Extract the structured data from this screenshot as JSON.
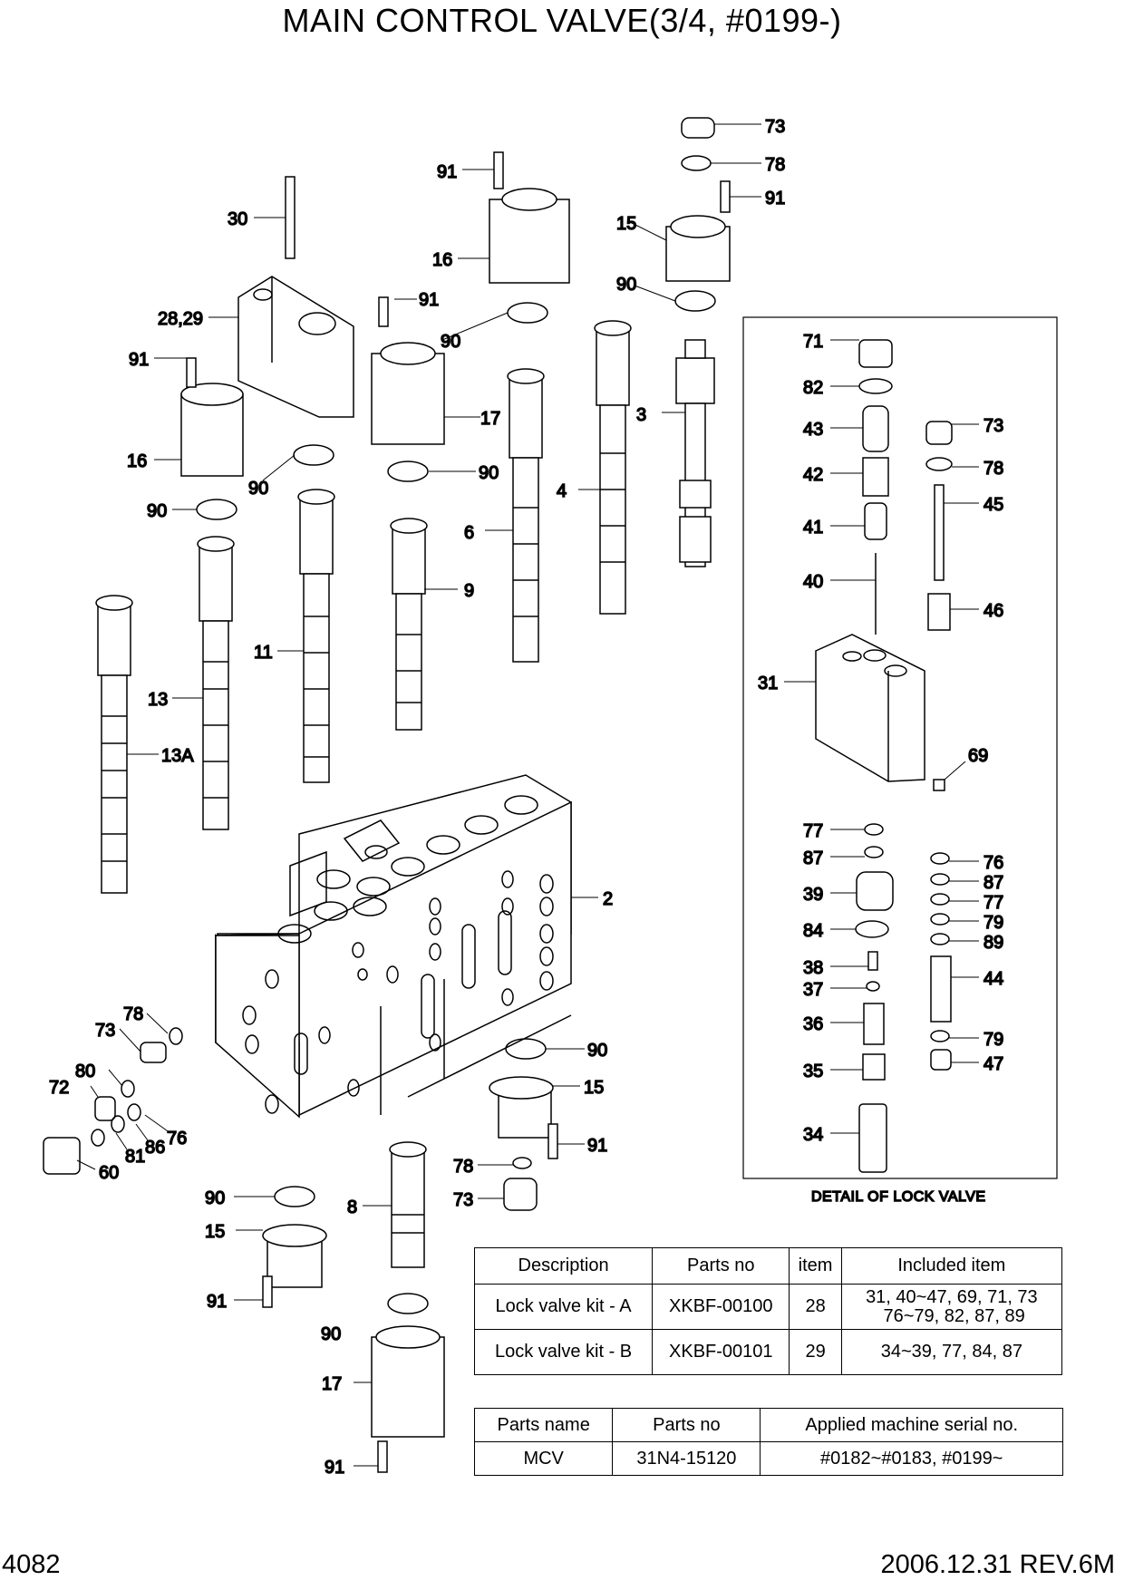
{
  "title": "MAIN CONTROL VALVE(3/4, #0199-)",
  "footer": {
    "page": "4082",
    "date_rev": "2006.12.31  REV.6M"
  },
  "detail_caption": "DETAIL OF LOCK VALVE",
  "labels": {
    "l73a": "73",
    "l78a": "78",
    "l91a": "91",
    "l15a": "15",
    "l91b": "91",
    "l16a": "16",
    "l30": "30",
    "l2829": "28,29",
    "l91c": "91",
    "l91d": "91",
    "l16b": "16",
    "l90a": "90",
    "l90b": "90",
    "l17a": "17",
    "l90c": "90",
    "l90d": "90",
    "l90e": "90",
    "l3": "3",
    "l6": "6",
    "l4": "4",
    "l9": "9",
    "l11": "11",
    "l13": "13",
    "l13A": "13A",
    "l2": "2",
    "l78b": "78",
    "l73b": "73",
    "l80": "80",
    "l72": "72",
    "l76a": "76",
    "l86": "86",
    "l81": "81",
    "l60": "60",
    "l90f": "90",
    "l15b": "15",
    "l91e": "91",
    "l78c": "78",
    "l73c": "73",
    "l90g": "90",
    "l8": "8",
    "l15c": "15",
    "l91f": "91",
    "l90h": "90",
    "l17b": "17",
    "l91g": "91",
    "d71": "71",
    "d82": "82",
    "d43": "43",
    "d42": "42",
    "d41": "41",
    "d40": "40",
    "d73": "73",
    "d78": "78",
    "d45": "45",
    "d46": "46",
    "d31": "31",
    "d69": "69",
    "d77a": "77",
    "d87a": "87",
    "d39": "39",
    "d84": "84",
    "d38": "38",
    "d37": "37",
    "d36": "36",
    "d35": "35",
    "d34": "34",
    "d76": "76",
    "d87b": "87",
    "d77b": "77",
    "d79a": "79",
    "d89": "89",
    "d44": "44",
    "d79b": "79",
    "d47": "47"
  },
  "kit_table": {
    "headers": [
      "Description",
      "Parts no",
      "item",
      "Included item"
    ],
    "rows": [
      {
        "description": "Lock valve kit - A",
        "parts_no": "XKBF-00100",
        "item": "28",
        "included_1": "31, 40~47, 69, 71, 73",
        "included_2": " 76~79, 82, 87, 89"
      },
      {
        "description": "Lock valve kit - B",
        "parts_no": "XKBF-00101",
        "item": "29",
        "included_1": "34~39, 77, 84, 87",
        "included_2": ""
      }
    ]
  },
  "mcv_table": {
    "headers": [
      "Parts name",
      "Parts no",
      "Applied machine serial no."
    ],
    "rows": [
      {
        "parts_name": "MCV",
        "parts_no": "31N4-15120",
        "serial": "#0182~#0183, #0199~"
      }
    ]
  }
}
